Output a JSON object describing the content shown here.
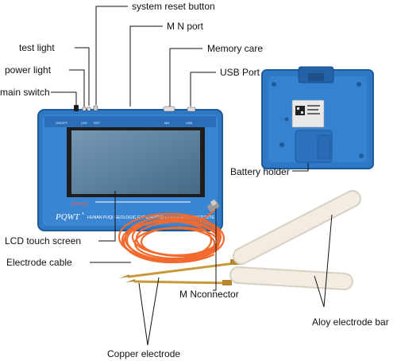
{
  "labels": {
    "system_reset_button": "system reset button",
    "mn_port": "M N port",
    "test_light": "test light",
    "memory_care": "Memory care",
    "power_light": "power light",
    "usb_port": "USB Port",
    "main_switch": "main switch",
    "battery_holder": "Battery holder",
    "lcd_touch_screen": "LCD touch screen",
    "electrode_cable": "Electrode cable",
    "mn_connector": "M Nconnector",
    "aloy_electrode_bar": "Aloy electrode bar",
    "copper_electrode": "Copper electrode"
  },
  "device": {
    "brand": "PQWT",
    "brand_mark": "®",
    "maker": "HUNAN PUQI GEOLOGIC EXPLORATION EQUIPMENT INSTITUTE",
    "warning": "Warning",
    "port_on_off": "ON/OFF",
    "port_led": "LED",
    "port_rst": "RST",
    "port_mn": "MN",
    "port_usb": "USB"
  },
  "colors": {
    "device_blue": "#2e78c4",
    "device_dark": "#1c5a9e",
    "screen": "#5a7f9c",
    "cable": "#f26a2e",
    "rod": "#f2ece2",
    "copper": "#c99a3c",
    "line": "#111111"
  }
}
